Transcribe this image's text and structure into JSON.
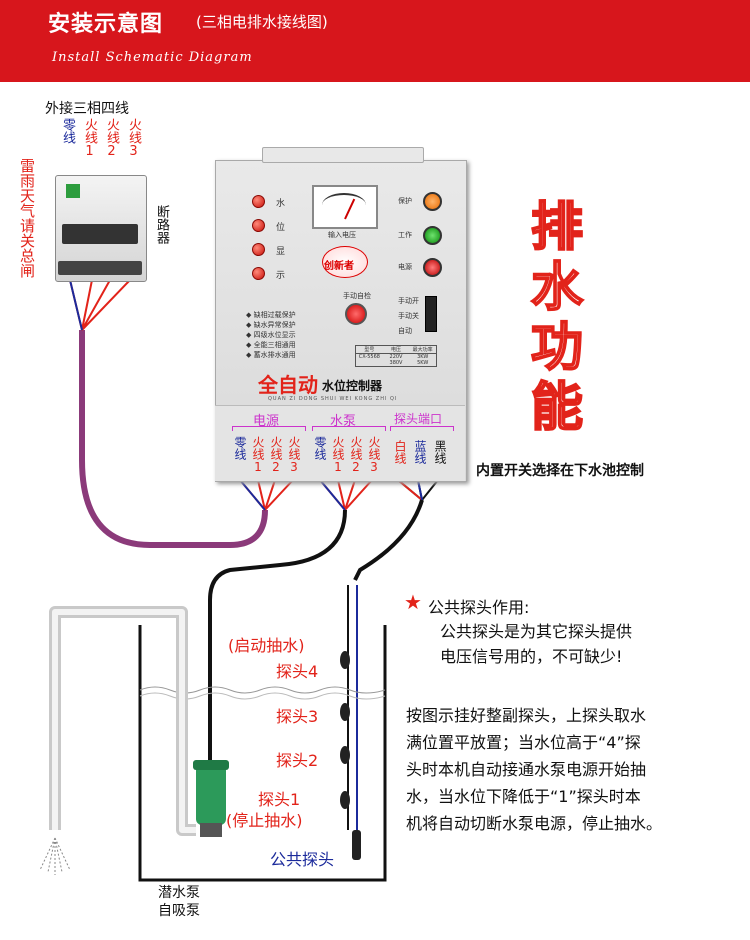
{
  "header": {
    "title": "安装示意图",
    "subtitle": "(三相电排水接线图)",
    "english": "Install Schematic Diagram"
  },
  "breaker": {
    "title": "外接三相四线",
    "wires": [
      "零线",
      "火线1",
      "火线2",
      "火线3"
    ],
    "label": "断路器",
    "warning": "雷雨天气请关总闸"
  },
  "controller": {
    "indicator_labels": [
      "水",
      "位",
      "显",
      "示"
    ],
    "meter_label": "输入电压",
    "right_labels": [
      "保护",
      "工作",
      "电源"
    ],
    "brand": "创新者",
    "reset_button": "手动自检",
    "switch_labels": [
      "手动开",
      "手动关",
      "自动"
    ],
    "features": [
      "缺相过载保护",
      "缺水异常保护",
      "四级水位显示",
      "全能三相通用",
      "蓄水排水通用"
    ],
    "spec_header": [
      "型号",
      "电压",
      "最大功率"
    ],
    "spec_model": "CX-5568",
    "spec_rows": [
      [
        "220V",
        "3KW"
      ],
      [
        "380V",
        "5KW"
      ]
    ],
    "product_name": "全自动",
    "product_name_suffix": "水位控制器",
    "product_pinyin": "QUAN ZI DONG SHUI WEI KONG ZHI QI",
    "terminal_groups": [
      "电源",
      "水泵",
      "探头端口"
    ],
    "power_terminals": [
      "零线",
      "火线1",
      "火线2",
      "火线3"
    ],
    "pump_terminals": [
      "零线",
      "火线1",
      "火线2",
      "火线3"
    ],
    "probe_terminals": [
      "白线",
      "蓝线",
      "黑线"
    ]
  },
  "function_title": [
    "排",
    "水",
    "功",
    "能"
  ],
  "switch_note": "内置开关选择在下水池控制",
  "common_probe_note": {
    "heading": "公共探头作用:",
    "lines": [
      "公共探头是为其它探头提供",
      "电压信号用的，不可缺少!"
    ]
  },
  "instructions": [
    "按图示挂好整副探头，上探头取水",
    "满位置平放置；当水位高于“4”探",
    "头时本机自动接通水泵电源开始抽",
    "水，当水位下降低于“1”探头时本",
    "机将自动切断水泵电源，停止抽水。"
  ],
  "probes": {
    "p4_note": "(启动抽水)",
    "p4": "探头4",
    "p3": "探头3",
    "p2": "探头2",
    "p1": "探头1",
    "p1_note": "(停止抽水)",
    "common": "公共探头"
  },
  "pump_label": [
    "潜水泵",
    "自吸泵"
  ],
  "colors": {
    "header": "#d7161c",
    "accent_red": "#e2231a",
    "wire_purple": "#8b3a7a",
    "blue_text": "#1b2a9b",
    "magenta": "#cc33cc"
  }
}
